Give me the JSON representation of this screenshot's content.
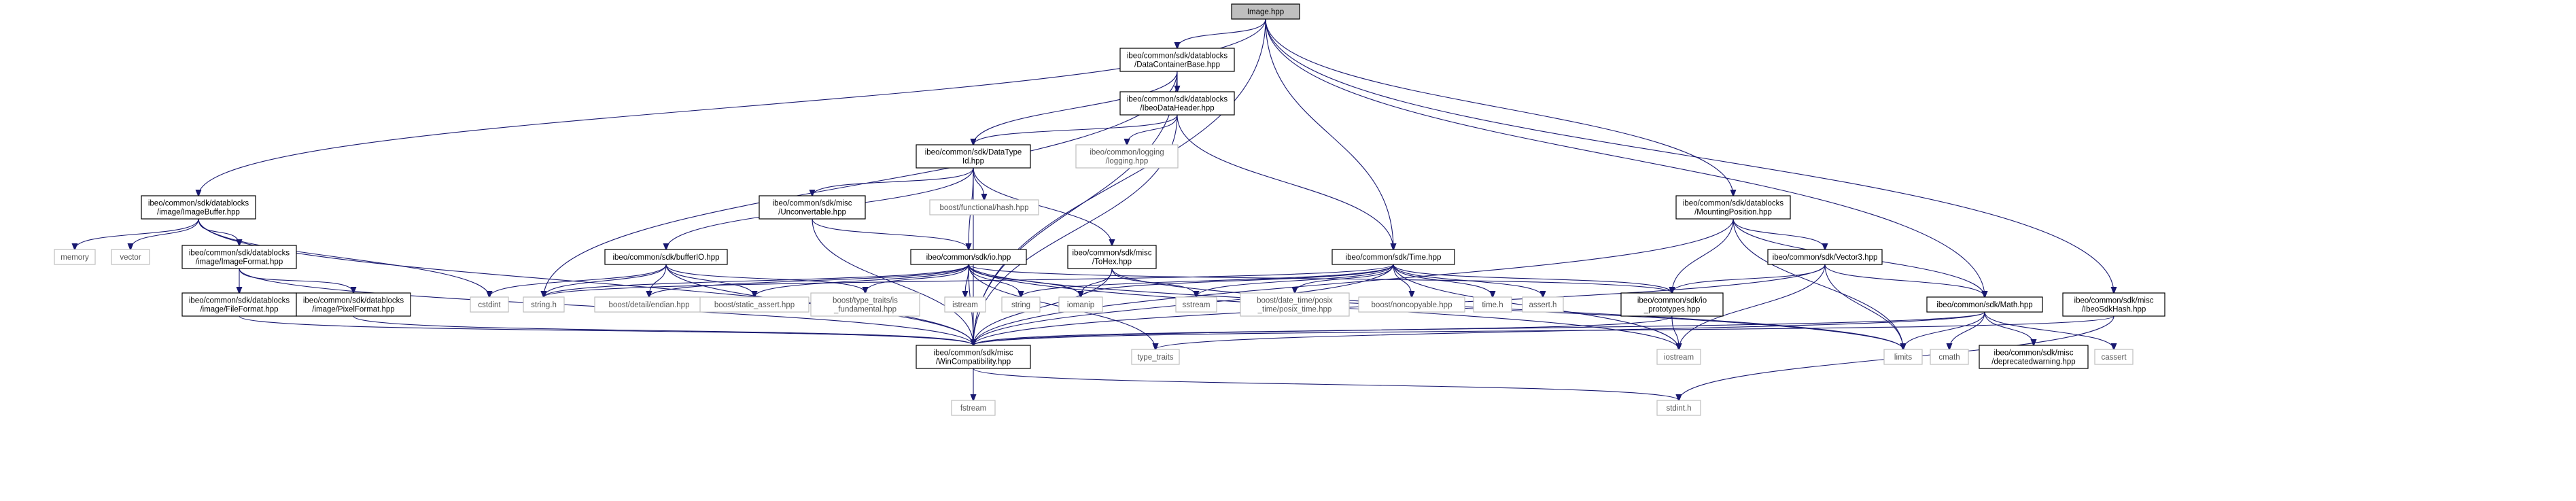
{
  "nodes": {
    "image_hpp": [
      "Image.hpp"
    ],
    "data_container_base": [
      "ibeo/common/sdk/datablocks",
      "/DataContainerBase.hpp"
    ],
    "ibeo_data_header": [
      "ibeo/common/sdk/datablocks",
      "/IbeoDataHeader.hpp"
    ],
    "data_type_id": [
      "ibeo/common/sdk/DataType",
      "Id.hpp"
    ],
    "logging": [
      "ibeo/common/logging",
      "/logging.hpp"
    ],
    "image_buffer": [
      "ibeo/common/sdk/datablocks",
      "/image/ImageBuffer.hpp"
    ],
    "unconvertable": [
      "ibeo/common/sdk/misc",
      "/Unconvertable.hpp"
    ],
    "functional_hash": [
      "boost/functional/hash.hpp"
    ],
    "mounting_position": [
      "ibeo/common/sdk/datablocks",
      "/MountingPosition.hpp"
    ],
    "memory": [
      "memory"
    ],
    "vector": [
      "vector"
    ],
    "image_format": [
      "ibeo/common/sdk/datablocks",
      "/image/ImageFormat.hpp"
    ],
    "buffer_io": [
      "ibeo/common/sdk/bufferIO.hpp"
    ],
    "io_hpp": [
      "ibeo/common/sdk/io.hpp"
    ],
    "to_hex": [
      "ibeo/common/sdk/misc",
      "/ToHex.hpp"
    ],
    "time_hpp": [
      "ibeo/common/sdk/Time.hpp"
    ],
    "vector3": [
      "ibeo/common/sdk/Vector3.hpp"
    ],
    "file_format": [
      "ibeo/common/sdk/datablocks",
      "/image/FileFormat.hpp"
    ],
    "pixel_format": [
      "ibeo/common/sdk/datablocks",
      "/image/PixelFormat.hpp"
    ],
    "cstdint": [
      "cstdint"
    ],
    "string_h": [
      "string.h"
    ],
    "endian": [
      "boost/detail/endian.hpp"
    ],
    "static_assert": [
      "boost/static_assert.hpp"
    ],
    "type_traits_fund": [
      "boost/type_traits/is",
      "_fundamental.hpp"
    ],
    "istream": [
      "istream"
    ],
    "string": [
      "string"
    ],
    "iomanip": [
      "iomanip"
    ],
    "sstream": [
      "sstream"
    ],
    "posix_time": [
      "boost/date_time/posix",
      "_time/posix_time.hpp"
    ],
    "noncopyable": [
      "boost/noncopyable.hpp"
    ],
    "time_h": [
      "time.h"
    ],
    "assert_h": [
      "assert.h"
    ],
    "io_prototypes": [
      "ibeo/common/sdk/io",
      "_prototypes.hpp"
    ],
    "math_hpp": [
      "ibeo/common/sdk/Math.hpp"
    ],
    "ibeo_sdk_hash": [
      "ibeo/common/sdk/misc",
      "/IbeoSdkHash.hpp"
    ],
    "win_compat": [
      "ibeo/common/sdk/misc",
      "/WinCompatibility.hpp"
    ],
    "type_traits": [
      "type_traits"
    ],
    "iostream": [
      "iostream"
    ],
    "limits": [
      "limits"
    ],
    "cmath": [
      "cmath"
    ],
    "deprecated_warning": [
      "ibeo/common/sdk/misc",
      "/deprecatedwarning.hpp"
    ],
    "cassert": [
      "cassert"
    ],
    "fstream": [
      "fstream"
    ],
    "stdint_h": [
      "stdint.h"
    ]
  },
  "colors": {
    "edge": "#191970",
    "root_fill": "#bfbfbf",
    "node_border": "#000000",
    "external_border": "#bfbfbf"
  }
}
